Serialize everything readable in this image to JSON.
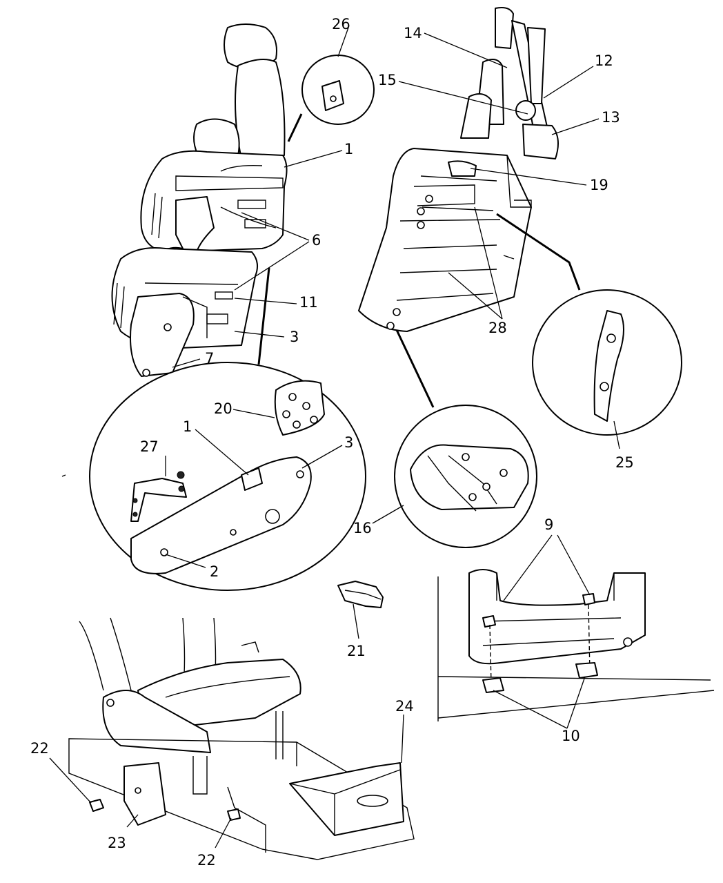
{
  "callouts": {
    "c1a": "1",
    "c1b": "1",
    "c2": "2",
    "c3a": "3",
    "c3b": "3",
    "c6": "6",
    "c7": "7",
    "c9": "9",
    "c10": "10",
    "c11": "11",
    "c12": "12",
    "c13": "13",
    "c14": "14",
    "c15": "15",
    "c16": "16",
    "c19": "19",
    "c20": "20",
    "c21": "21",
    "c22a": "22",
    "c22b": "22",
    "c23": "23",
    "c24": "24",
    "c25": "25",
    "c26": "26",
    "c27": "27",
    "c28": "28"
  }
}
